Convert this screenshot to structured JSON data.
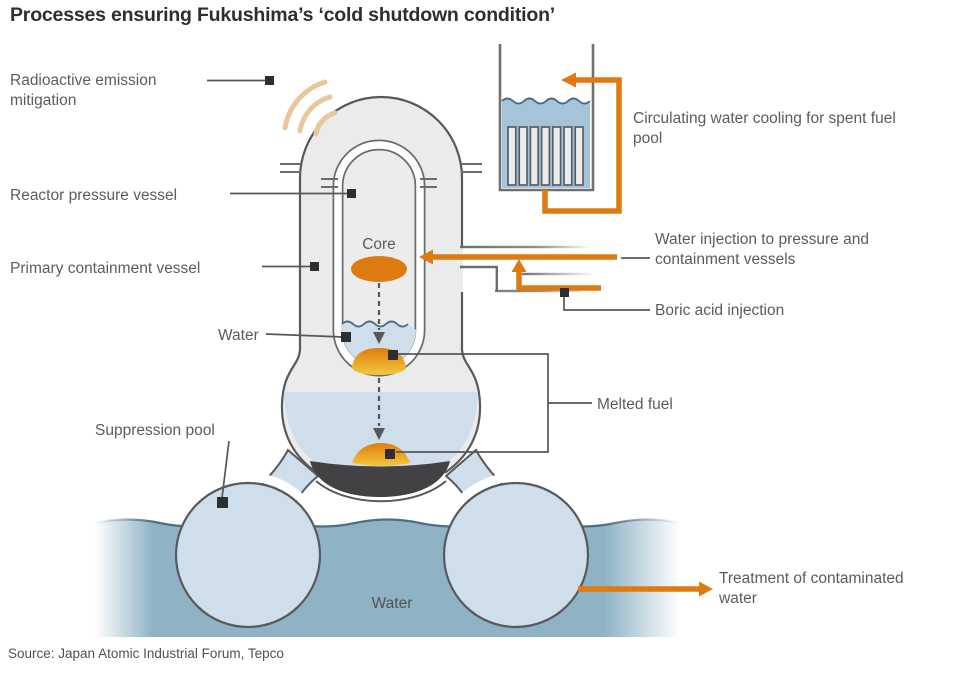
{
  "title": "Processes ensuring Fukushima’s ‘cold shutdown condition’",
  "source": "Source: Japan Atomic Industrial Forum, Tepco",
  "labels": {
    "radioactive": "Radioactive emission mitigation",
    "reactor_pressure_vessel": "Reactor pressure vessel",
    "primary_containment_vessel": "Primary containment vessel",
    "water_rpv": "Water",
    "suppression_pool": "Suppression pool",
    "core": "Core",
    "water_bottom": "Water",
    "circulating": "Circulating water cooling for spent fuel pool",
    "water_injection": "Water injection to pressure and containment vessels",
    "boric_acid": "Boric acid injection",
    "melted_fuel": "Melted fuel",
    "treatment": "Treatment of contaminated water"
  },
  "colors": {
    "accent_orange": "#dd7b10",
    "wifi_tan": "#eac69c",
    "vessel_fill": "#ebebeb",
    "outline_gray": "#58595b",
    "water_light": "#cfdeeb",
    "fuelpool_water": "#a5c4d9",
    "pool_water": "#8fb2c4",
    "dish_dark": "#424245",
    "fuel_top": "#dd7d0e",
    "fuel_bottom": "#f4c83d",
    "label_text": "#5c5c5c",
    "title_text": "#2e2e2e"
  }
}
